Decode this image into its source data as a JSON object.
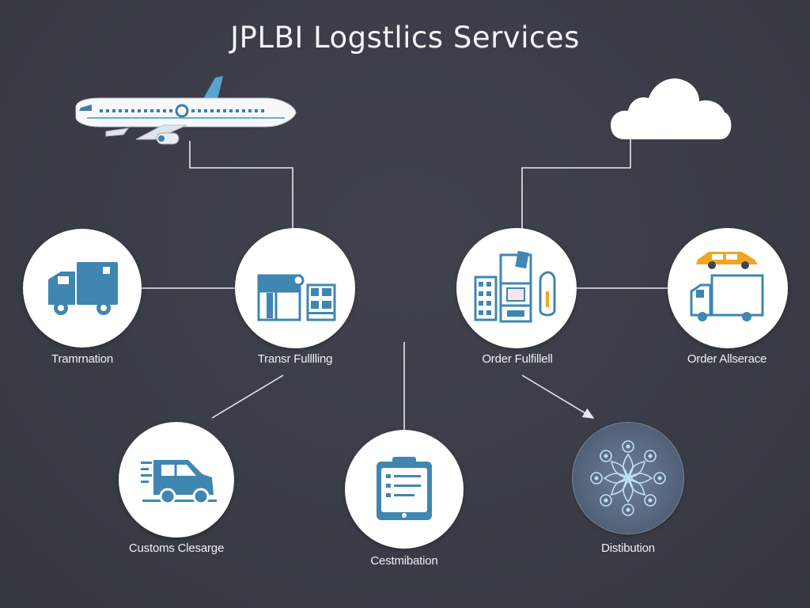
{
  "title": "JPLBI Logstlics Services",
  "colors": {
    "background": "#3a3d47",
    "node_fill": "#ffffff",
    "icon_blue": "#3f86b0",
    "connector": "#e6e8ec",
    "accent_orange": "#f0a623"
  },
  "nodes": [
    {
      "id": "transportation",
      "label": "Tramrnation",
      "icon": "delivery-truck-icon"
    },
    {
      "id": "trans-fulfilling",
      "label": "Transr Fulllling",
      "icon": "warehouse-icon"
    },
    {
      "id": "order-fulfillment",
      "label": "Order Fulfillell",
      "icon": "storage-racks-icon"
    },
    {
      "id": "order-assurance",
      "label": "Order Allserace",
      "icon": "car-and-truck-icon"
    },
    {
      "id": "customs-clearance",
      "label": "Customs Clesarge",
      "icon": "moving-van-icon"
    },
    {
      "id": "destination",
      "label": "Cestmibation",
      "icon": "clipboard-icon"
    },
    {
      "id": "distribution",
      "label": "Distibution",
      "icon": "network-flower-icon"
    }
  ],
  "decorations": [
    {
      "id": "airplane",
      "icon": "airplane-icon"
    },
    {
      "id": "cloud",
      "icon": "cloud-icon"
    }
  ]
}
